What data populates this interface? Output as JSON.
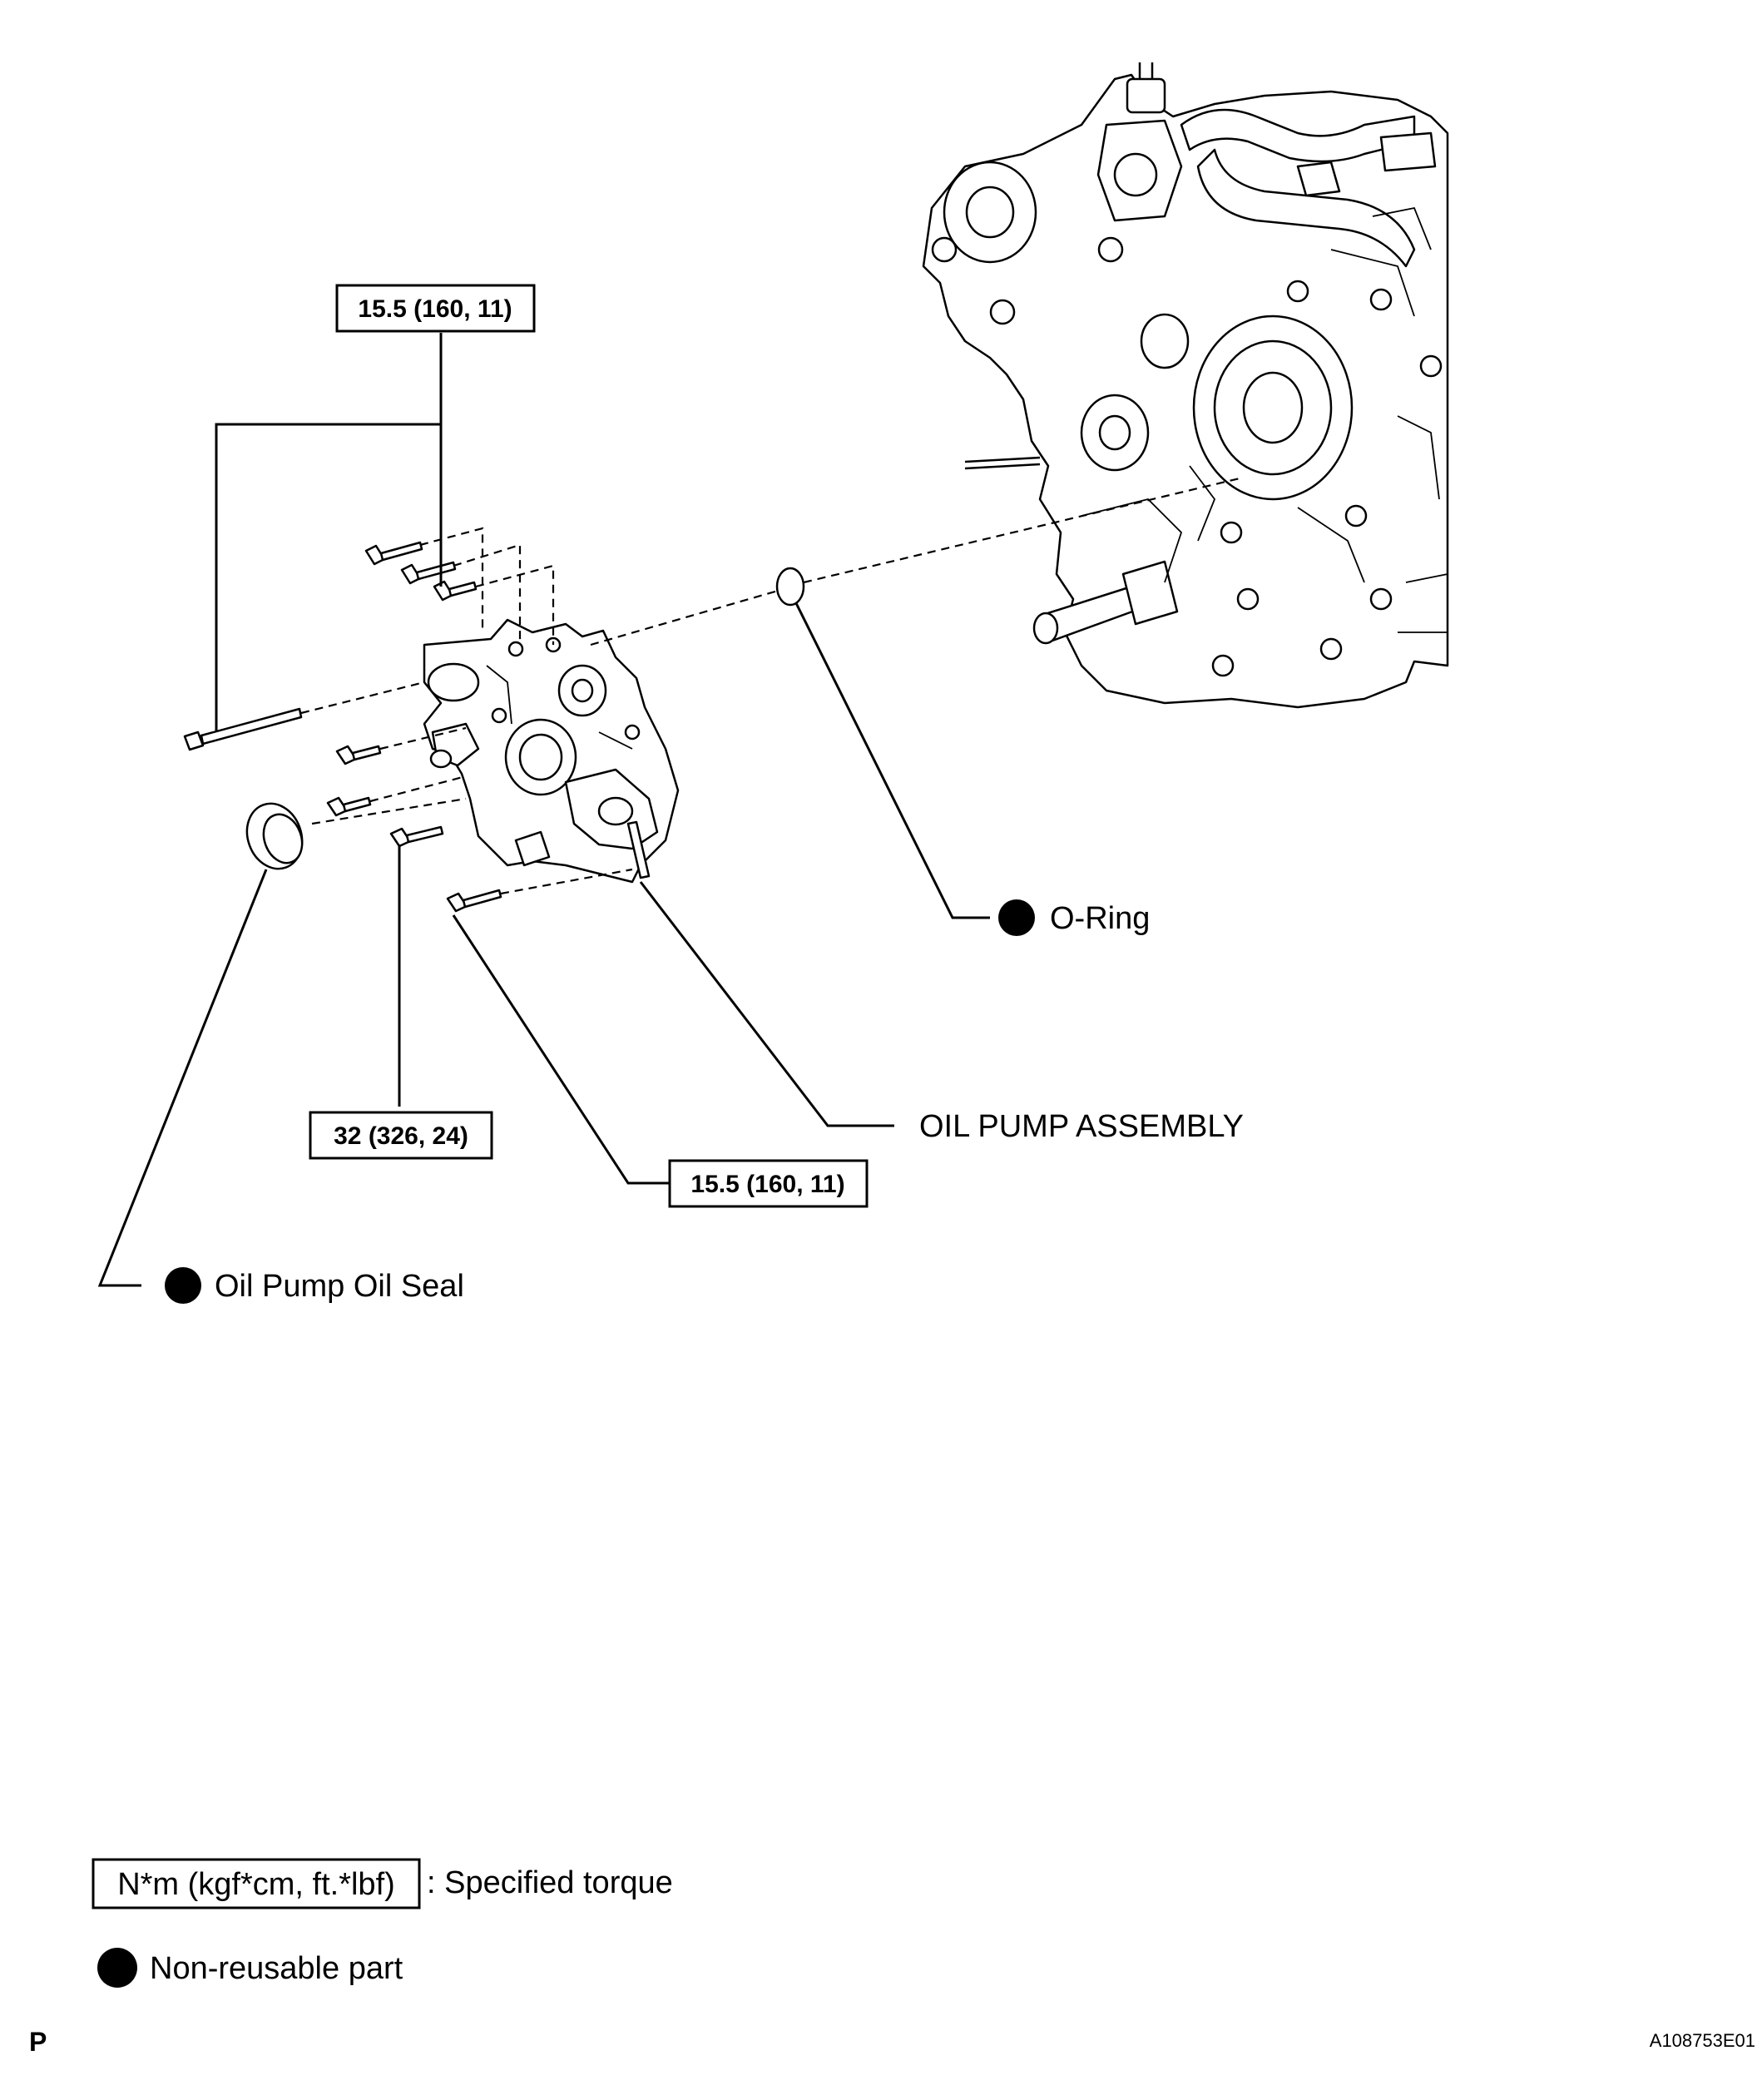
{
  "callouts": {
    "torque_top": "15.5 (160, 11)",
    "torque_mid": "32 (326, 24)",
    "torque_bottom": "15.5 (160, 11)",
    "o_ring": "O-Ring",
    "oil_pump_assembly": "OIL PUMP ASSEMBLY",
    "oil_pump_oil_seal": "Oil Pump Oil Seal"
  },
  "legend": {
    "torque_box": "N*m (kgf*cm, ft.*lbf)",
    "torque_desc": ": Specified torque",
    "non_reusable": "Non-reusable part"
  },
  "footer": {
    "left_code": "P",
    "figure_id": "A108753E01"
  }
}
